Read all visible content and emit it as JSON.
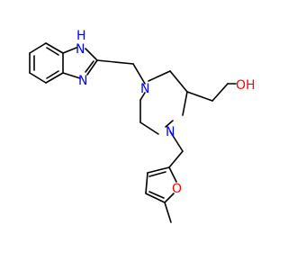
{
  "molecule": {
    "atoms": {
      "nh": {
        "text": "H",
        "sub": "N",
        "color": "#0000ff"
      },
      "n3": {
        "text": "N",
        "color": "#0000ff"
      },
      "n_pip1": {
        "text": "N",
        "color": "#0000ff"
      },
      "n_pip4": {
        "text": "N",
        "color": "#0000ff"
      },
      "o_furan": {
        "text": "O",
        "color": "#ff0000"
      },
      "oh": {
        "text": "OH",
        "color": "#ff0000"
      }
    },
    "colors": {
      "bond": "#000000",
      "nitrogen": "#0000ff",
      "oxygen": "#ff0000"
    }
  }
}
